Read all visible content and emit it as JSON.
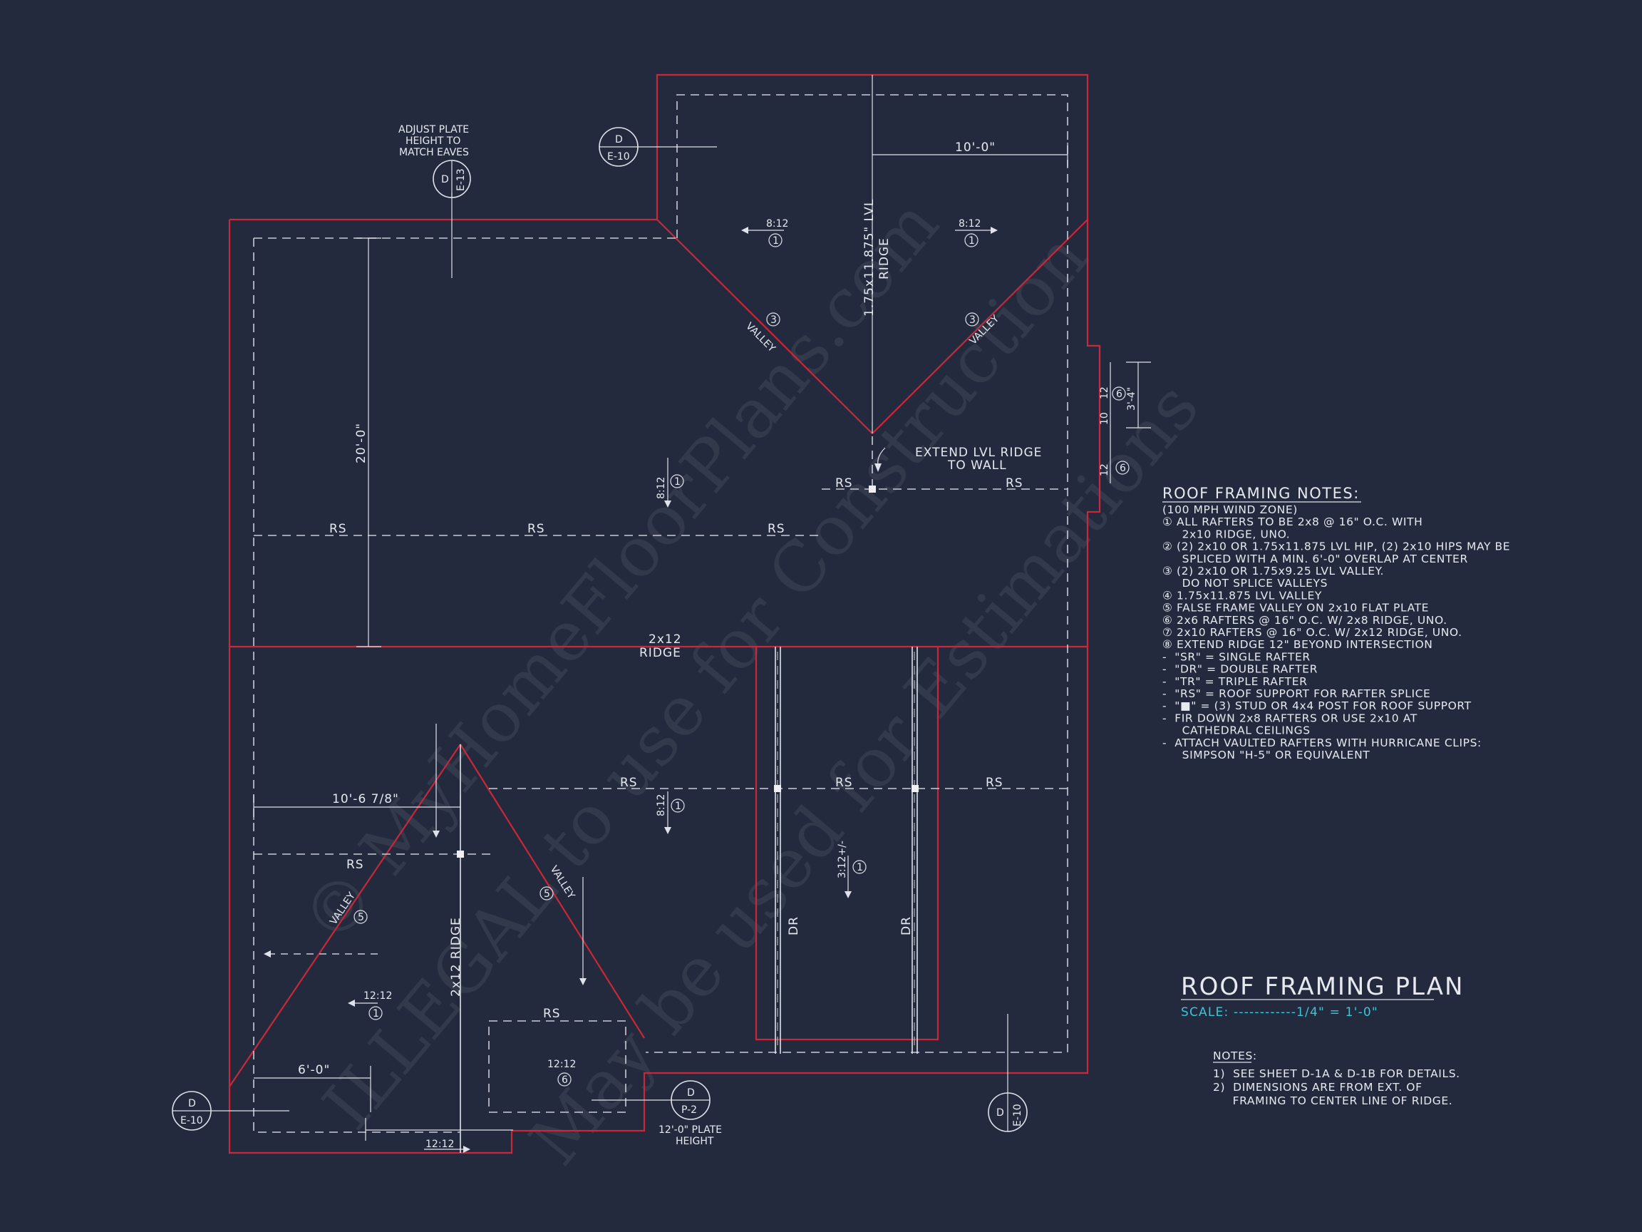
{
  "watermark": {
    "line1": "© MyHomeFloorPlans.com",
    "line2": "ILLEGAL to use for Construction",
    "line3": "May be used for Estimations"
  },
  "labels": {
    "adjust_plate": [
      "ADJUST PLATE",
      "HEIGHT TO",
      "MATCH EAVES"
    ],
    "extend_lvl": [
      "EXTEND LVL RIDGE",
      "TO WALL"
    ],
    "plate_height": [
      "12'-0\" PLATE",
      "HEIGHT"
    ],
    "ridge_2x12": [
      "2x12",
      "RIDGE"
    ],
    "lvl_ridge": "1.75x11.875\" LVL",
    "lvl_ridge_2": "RIDGE",
    "ridge_vertical": "2x12 RIDGE",
    "valley": "VALLEY",
    "rs": "RS",
    "dr": "DR",
    "slope_8_12": "8:12",
    "slope_12_12": "12:12",
    "slope_3_12": "3:12+/-",
    "num_1": "1",
    "num_3": "3",
    "num_5": "5",
    "num_6": "6",
    "dim_10_0": "10'-0\"",
    "dim_20_0": "20'-0\"",
    "dim_10_6": "10'-6 7/8\"",
    "dim_6_0": "6'-0\"",
    "dim_3_4": "3'-4\"",
    "dim_12": "12",
    "dim_10": "10"
  },
  "callouts": {
    "d_e13": {
      "top": "D",
      "bottom": "E-13"
    },
    "d_e10_top": {
      "top": "D",
      "bottom": "E-10"
    },
    "d_e10_left": {
      "top": "D",
      "bottom": "E-10"
    },
    "d_p2": {
      "top": "D",
      "bottom": "P-2"
    },
    "d_e10_bottom": {
      "top": "D",
      "bottom": "E-10"
    }
  },
  "notes_panel": {
    "heading": "ROOF FRAMING NOTES:",
    "lines": [
      "(100 MPH WIND ZONE)",
      "① ALL RAFTERS TO BE 2x8 @ 16\" O.C. WITH",
      "     2x10 RIDGE, UNO.",
      "② (2) 2x10 OR 1.75x11.875 LVL HIP, (2) 2x10 HIPS MAY BE",
      "     SPLICED WITH A MIN. 6'-0\" OVERLAP AT CENTER",
      "③ (2) 2x10 OR 1.75x9.25 LVL VALLEY.",
      "     DO NOT SPLICE VALLEYS",
      "④ 1.75x11.875 LVL VALLEY",
      "⑤ FALSE FRAME VALLEY ON 2x10 FLAT PLATE",
      "⑥ 2x6 RAFTERS @ 16\" O.C. W/ 2x8 RIDGE, UNO.",
      "⑦ 2x10 RAFTERS @ 16\" O.C. W/ 2x12 RIDGE, UNO.",
      "⑧ EXTEND RIDGE 12\" BEYOND INTERSECTION",
      "-  \"SR\" = SINGLE RAFTER",
      "-  \"DR\" = DOUBLE RAFTER",
      "-  \"TR\" = TRIPLE RAFTER",
      "-  \"RS\" = ROOF SUPPORT FOR RAFTER SPLICE",
      "-  \"■\" = (3) STUD OR 4x4 POST FOR ROOF SUPPORT",
      "-  FIR DOWN 2x8 RAFTERS OR USE 2x10 AT",
      "     CATHEDRAL CEILINGS",
      "-  ATTACH VAULTED RAFTERS WITH HURRICANE CLIPS:",
      "     SIMPSON \"H-5\" OR EQUIVALENT"
    ]
  },
  "title_block": {
    "title": "ROOF FRAMING PLAN",
    "scale": "SCALE: ------------1/4\" = 1'-0\""
  },
  "bottom_notes": {
    "heading": "NOTES:",
    "lines": [
      "1)  SEE SHEET D-1A & D-1B FOR DETAILS.",
      "2)  DIMENSIONS ARE FROM EXT. OF",
      "     FRAMING TO CENTER LINE OF RIDGE."
    ]
  },
  "colors": {
    "background": "#232a3d",
    "outline": "#c8283a",
    "linework": "#dfe2ea",
    "scale_text": "#38c6d9"
  }
}
